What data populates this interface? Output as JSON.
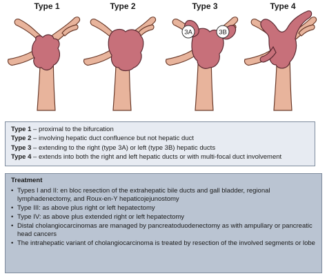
{
  "figure": {
    "types": [
      {
        "title": "Type 1"
      },
      {
        "title": "Type 2"
      },
      {
        "title": "Type 3",
        "left_label": "3A",
        "right_label": "3B"
      },
      {
        "title": "Type 4"
      }
    ],
    "colors": {
      "duct": "#e8b49c",
      "duct_outline": "#6a3a2a",
      "tumor": "#c7707a",
      "tumor_outline": "#5a2a32",
      "defs_bg": "#e7ebf2",
      "treatment_bg": "#bac4d2"
    }
  },
  "definitions": [
    {
      "term": "Type 1",
      "sep": " – ",
      "text": "proximal to the bifurcation"
    },
    {
      "term": "Type 2",
      "sep": " – ",
      "text": "involving hepatic duct confluence but not hepatic duct"
    },
    {
      "term": "Type 3",
      "sep": " – ",
      "text": "extending to the right (type 3A) or left (type 3B) hepatic ducts"
    },
    {
      "term": "Type 4",
      "sep": " – ",
      "text": "extends into both the right and left hepatic ducts or with multi-focal duct involvement"
    }
  ],
  "treatment": {
    "heading": "Treatment",
    "bullet": "•",
    "items": [
      "Types I and II: en bloc resection of the extrahepatic bile ducts and gall bladder, regional lymphadenectomy, and Roux-en-Y hepaticojejunostomy",
      "Type III: as above plus right or left hepatectomy",
      "Type IV: as above plus extended right or left hepatectomy",
      "Distal cholangiocarcinomas are managed by pancreatoduodenectomy as with ampullary or pancreatic head cancers",
      "The intrahepatic variant of cholangiocarcinoma is treated by resection of the involved segments or lobe"
    ]
  }
}
